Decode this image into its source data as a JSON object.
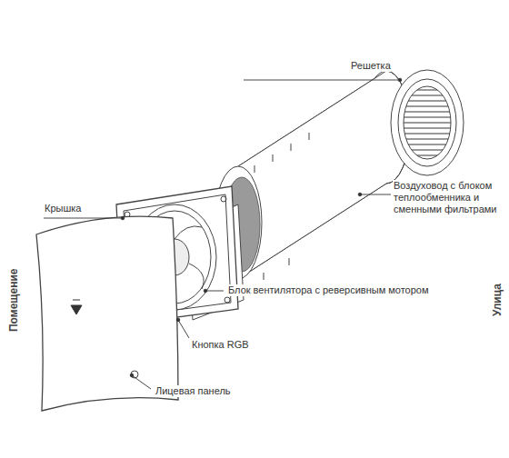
{
  "diagram": {
    "labels": [
      "Решетка",
      "Воздуховод с блоком теплообменника и сменными фильтрами",
      "Блок вентилятора с реверсивным мотором",
      "Кнопка RGB",
      "Лицевая панель",
      "Крышка",
      "Помещение",
      "Улица"
    ]
  }
}
